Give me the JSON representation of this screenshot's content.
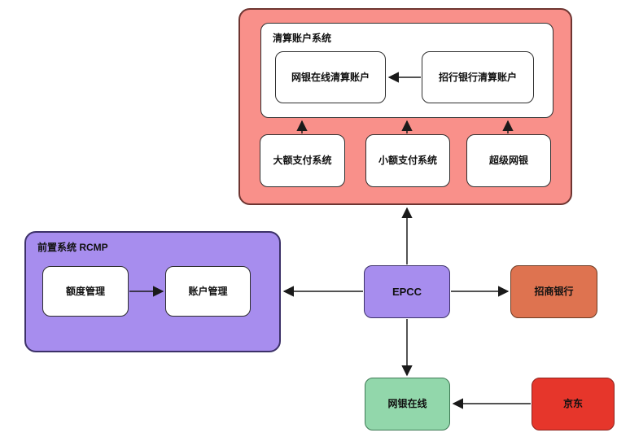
{
  "containers": {
    "clearing_account_system": {
      "title": "清算账户系统"
    },
    "front_system": {
      "title": "前置系统 RCMP"
    }
  },
  "nodes": {
    "ebank_clearing_account": {
      "label": "网银在线清算账户"
    },
    "cmb_clearing_account": {
      "label": "招行银行清算账户"
    },
    "hvps": {
      "label": "大额支付系统"
    },
    "beps": {
      "label": "小额支付系统"
    },
    "super_ebank": {
      "label": "超级网银"
    },
    "quota_mgmt": {
      "label": "额度管理"
    },
    "account_mgmt": {
      "label": "账户管理"
    },
    "epcc": {
      "label": "EPCC"
    },
    "cmb_bank": {
      "label": "招商银行"
    },
    "ebank_online": {
      "label": "网银在线"
    },
    "jd": {
      "label": "京东"
    }
  },
  "connections": [
    {
      "from": "招行银行清算账户",
      "to": "网银在线清算账户"
    },
    {
      "from": "大额支付系统",
      "to": "清算账户系统"
    },
    {
      "from": "小额支付系统",
      "to": "清算账户系统"
    },
    {
      "from": "超级网银",
      "to": "清算账户系统"
    },
    {
      "from": "额度管理",
      "to": "账户管理"
    },
    {
      "from": "EPCC",
      "to": "清算账户系统(外层容器)"
    },
    {
      "from": "EPCC",
      "to": "前置系统 RCMP"
    },
    {
      "from": "EPCC",
      "to": "招商银行"
    },
    {
      "from": "EPCC",
      "to": "网银在线"
    },
    {
      "from": "京东",
      "to": "网银在线"
    }
  ],
  "colors": {
    "clearing_group_fill": "#F9908A",
    "clearing_group_stroke": "#6E3531",
    "purple_fill": "#A78DEE",
    "purple_stroke": "#3C3168",
    "orange_fill": "#DE7350",
    "orange_stroke": "#6B3A22",
    "green_fill": "#92D7AB",
    "green_stroke": "#3E7A55",
    "red_fill": "#E6362B",
    "red_stroke": "#8F221C",
    "node_fill": "#FFFFFF",
    "node_stroke": "#2F2F2F",
    "connector": "#1A1A1A",
    "background": "#FFFFFF"
  }
}
